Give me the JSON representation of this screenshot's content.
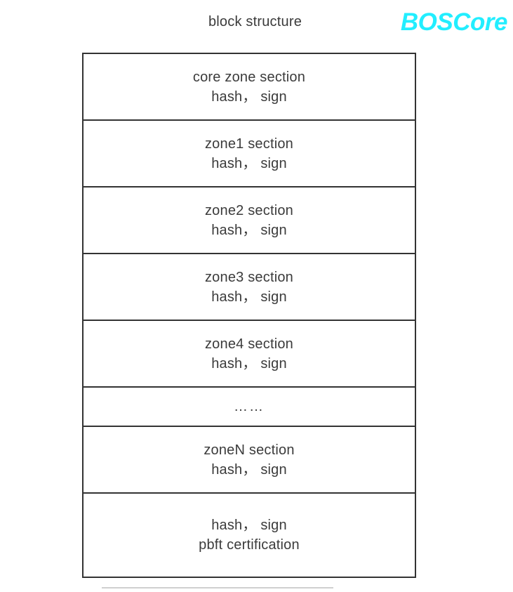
{
  "header": {
    "title": "block structure",
    "brand": "BOSCore",
    "brand_color": "#22eeff",
    "title_color": "#3b3b3b"
  },
  "diagram": {
    "name": "block structure",
    "border_color": "#333333",
    "background_color": "#ffffff",
    "rows": [
      {
        "id": "core-zone-section",
        "line1": "core zone section",
        "line2": "hash， sign",
        "size": "tall"
      },
      {
        "id": "zone1-section",
        "line1": "zone1 section",
        "line2": "hash， sign",
        "size": "tall"
      },
      {
        "id": "zone2-section",
        "line1": "zone2 section",
        "line2": "hash， sign",
        "size": "tall"
      },
      {
        "id": "zone3-section",
        "line1": "zone3 section",
        "line2": "hash， sign",
        "size": "tall"
      },
      {
        "id": "zone4-section",
        "line1": "zone4 section",
        "line2": "hash， sign",
        "size": "tall"
      },
      {
        "id": "ellipsis-section",
        "line1": "……",
        "line2": "",
        "size": "short"
      },
      {
        "id": "zoneN-section",
        "line1": "zoneN section",
        "line2": "hash， sign",
        "size": "tall"
      },
      {
        "id": "pbft-section",
        "line1": "hash， sign",
        "line2": "pbft certification",
        "size": "final"
      }
    ]
  },
  "footer": {
    "rule_color": "#d0d0d0"
  }
}
